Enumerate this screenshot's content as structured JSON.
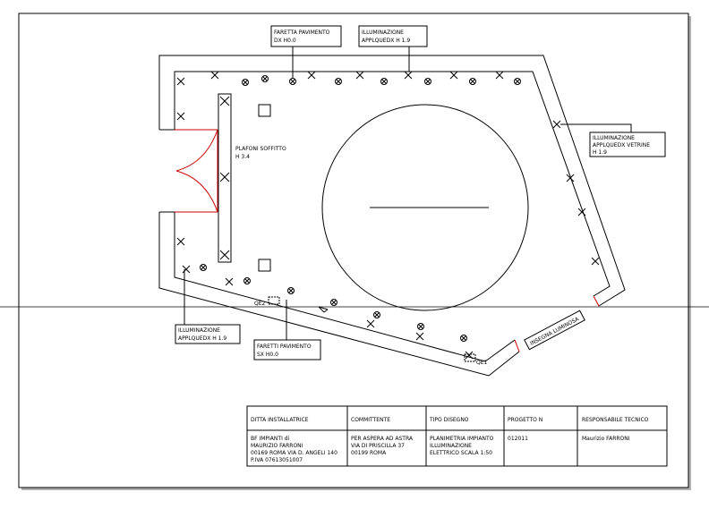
{
  "labels": {
    "faretta_top": [
      "FARETTA PAVIMENTO",
      "DX H0.0"
    ],
    "illum_top": [
      "ILLUMINAZIONE",
      "APPLQUEDX H 1.9"
    ],
    "illum_vetrine": [
      "ILLUMINAZIONE",
      "APPLQUEDX VETRINE",
      "H 1.9"
    ],
    "plafoni": [
      "PLAFONI SOFFITTO",
      "H 3.4"
    ],
    "illum_bottom": [
      "ILLUMINAZIONE",
      "APPLQUEDX H 1.9"
    ],
    "faretti_bottom": [
      "FARETTI PAVIMENTO",
      "SX H0.0"
    ],
    "qe2": "QE2",
    "qe1": "QE1",
    "insegna": "INSEGNA LUMINOSA"
  },
  "title_block": {
    "headers": [
      "DITTA INSTALLATRICE",
      "COMMITTENTE",
      "TIPO DISEGNO",
      "PROGETTO N",
      "RESPONSABILE TECNICO"
    ],
    "ditta": [
      "BF IMPIANTI di",
      "MAURIZIO FARRONI",
      "00169 ROMA VIA D. ANGELI 140",
      "P.IVA 07613051007"
    ],
    "committente": [
      "PER ASPERA AD ASTRA",
      "VIA DI PRISCILLA 37",
      "00199 ROMA"
    ],
    "tipo": [
      "PLANIMETRIA IMPIANTO",
      "ILLUMINAZIONE",
      "ELETTRICO SCALA 1:50"
    ],
    "progetto": [
      "012011"
    ],
    "responsabile": [
      "Maurizio FARRONI"
    ]
  },
  "colors": {
    "line": "#000000",
    "door": "#cc0000",
    "paper": "#ffffff",
    "shadow": "#b0b0b0"
  }
}
